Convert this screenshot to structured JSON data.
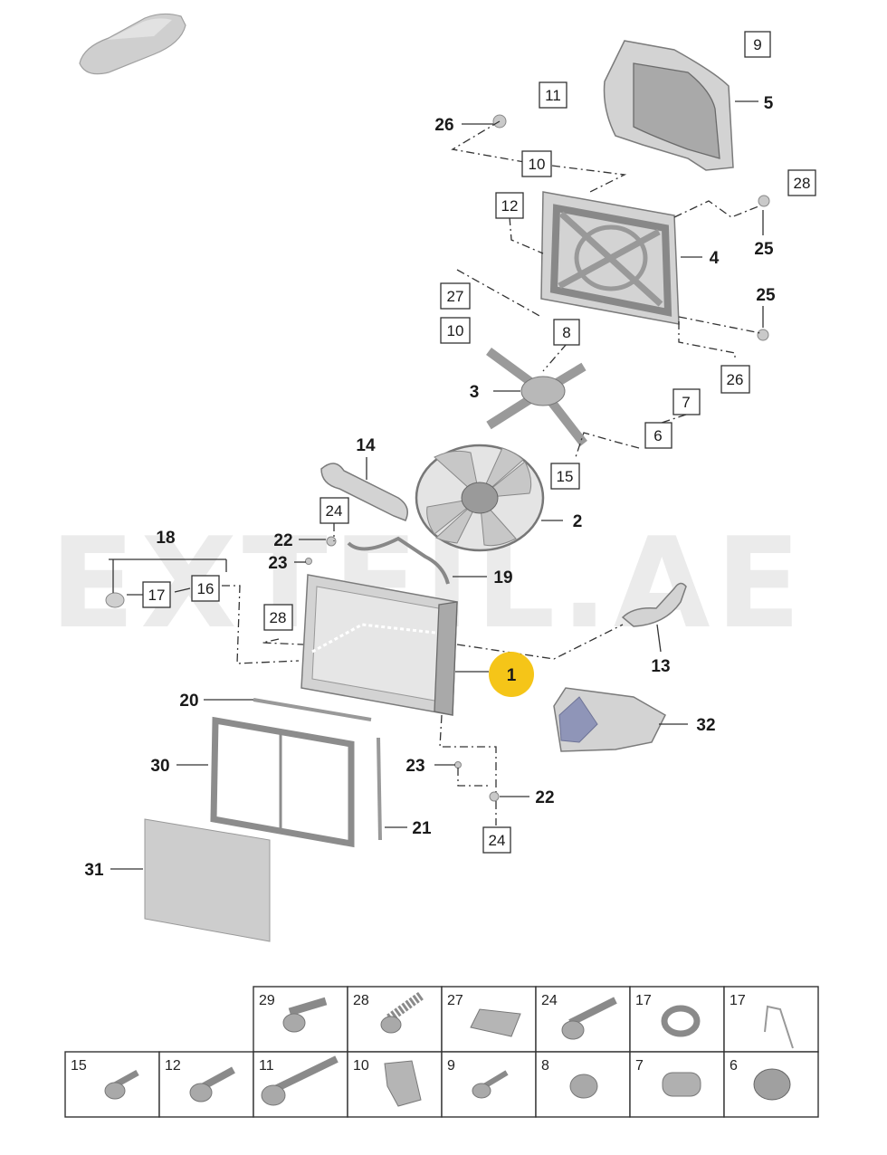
{
  "watermark": "EXTEIL.AE",
  "highlight_color": "#f5c518",
  "callouts": {
    "p1": "1",
    "p2": "2",
    "p3": "3",
    "p4": "4",
    "p5": "5",
    "p13": "13",
    "p14": "14",
    "p18": "18",
    "p19": "19",
    "p20": "20",
    "p21": "21",
    "p22a": "22",
    "p22b": "22",
    "p23a": "23",
    "p23b": "23",
    "p25a": "25",
    "p25b": "25",
    "p26": "26",
    "p30": "30",
    "p31": "31",
    "p32": "32"
  },
  "boxed_refs": {
    "b9": "9",
    "b11": "11",
    "b10a": "10",
    "b28a": "28",
    "b12": "12",
    "b27": "27",
    "b10b": "10",
    "b8": "8",
    "b26": "26",
    "b7": "7",
    "b6": "6",
    "b15": "15",
    "b24a": "24",
    "b16": "16",
    "b17": "17",
    "b28b": "28",
    "b24b": "24"
  },
  "hardware_table": {
    "top_row": [
      "29",
      "28",
      "27",
      "24",
      "17",
      "17"
    ],
    "bottom_row": [
      "15",
      "12",
      "11",
      "10",
      "9",
      "8",
      "7",
      "6"
    ]
  }
}
